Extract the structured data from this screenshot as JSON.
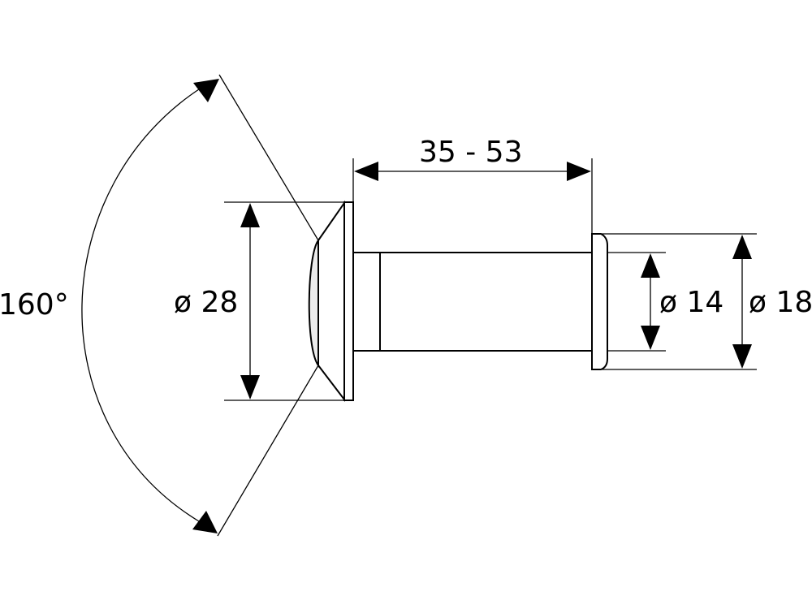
{
  "diagram": {
    "subject": "door viewer",
    "colors": {
      "line": "#000000",
      "background": "#ffffff",
      "part_shade": "#ececec"
    },
    "dimensions": {
      "angle_label": "160°",
      "head_diameter_label": "ø 28",
      "length_label": "35 - 53",
      "inner_diameter_label": "ø 14",
      "outer_diameter_label": "ø 18"
    }
  }
}
